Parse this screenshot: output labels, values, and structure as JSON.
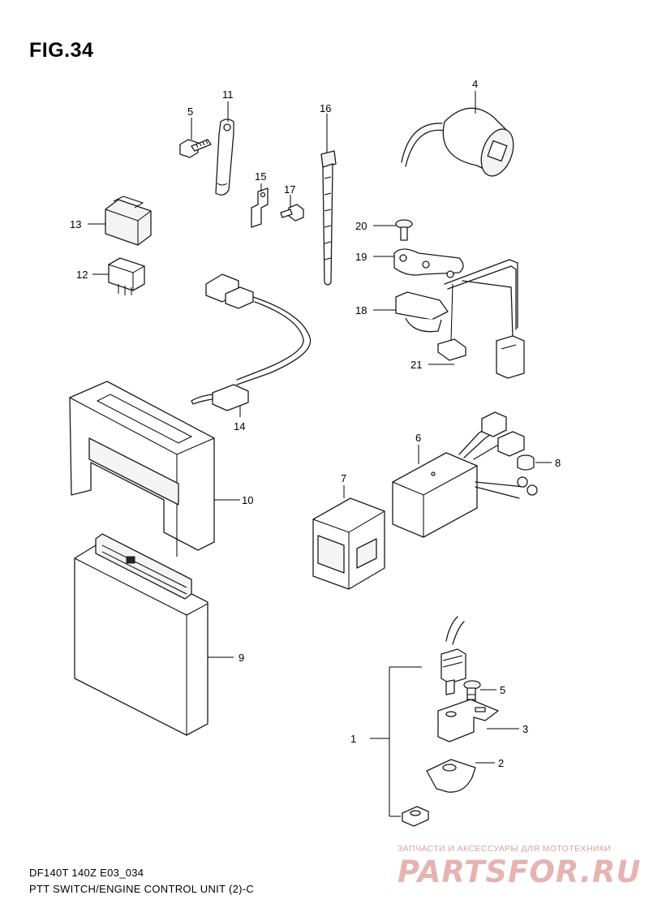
{
  "figure": {
    "title": "FIG.34"
  },
  "footer": {
    "model_code": "DF140T 140Z E03_034",
    "caption": "PTT SWITCH/ENGINE CONTROL UNIT (2)-C"
  },
  "watermark": {
    "tagline": "ЗАПЧАСТИ И АКСЕССУАРЫ ДЛЯ МОТОТЕХНИКИ",
    "brand": "PARTSFOR.RU",
    "color": "#e6b3b3"
  },
  "callouts": {
    "c1": "1",
    "c2": "2",
    "c3": "3",
    "c4": "4",
    "c5a": "5",
    "c5b": "5",
    "c6": "6",
    "c7": "7",
    "c8": "8",
    "c9": "9",
    "c10": "10",
    "c11": "11",
    "c12": "12",
    "c13": "13",
    "c14": "14",
    "c15": "15",
    "c16": "16",
    "c17": "17",
    "c18": "18",
    "c19": "19",
    "c20": "20",
    "c21": "21"
  }
}
